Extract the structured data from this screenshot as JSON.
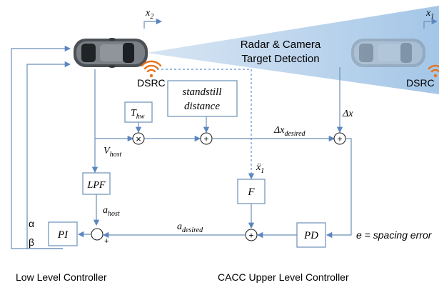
{
  "vehicles": {
    "host_position_label": "x",
    "host_position_sub": "2",
    "target_position_label": "x",
    "target_position_sub": "1",
    "host_dsrc": "DSRC",
    "target_dsrc": "DSRC"
  },
  "sensing": {
    "line1": "Radar & Camera",
    "line2": "Target Detection"
  },
  "blocks": {
    "thw": "T",
    "thw_sub": "hw",
    "standstill_line1": "standstill",
    "standstill_line2": "distance",
    "lpf": "LPF",
    "f": "F",
    "pd": "PD",
    "pi": "PI"
  },
  "signals": {
    "v_host": "V",
    "v_host_sub": "host",
    "a_host": "a",
    "a_host_sub": "host",
    "delta_x": "Δx",
    "delta_x_desired": "Δx",
    "delta_x_desired_sub": "desired",
    "x1_ddot": "ẍ",
    "x1_ddot_sub": "1",
    "a_desired": "a",
    "a_desired_sub": "desired",
    "spacing_error": "e = spacing error",
    "alpha": "α",
    "beta": "β"
  },
  "node_symbols": {
    "multiply": "×",
    "sum": "+"
  },
  "footer": {
    "low_level": "Low Level Controller",
    "upper_level": "CACC Upper Level Controller"
  }
}
